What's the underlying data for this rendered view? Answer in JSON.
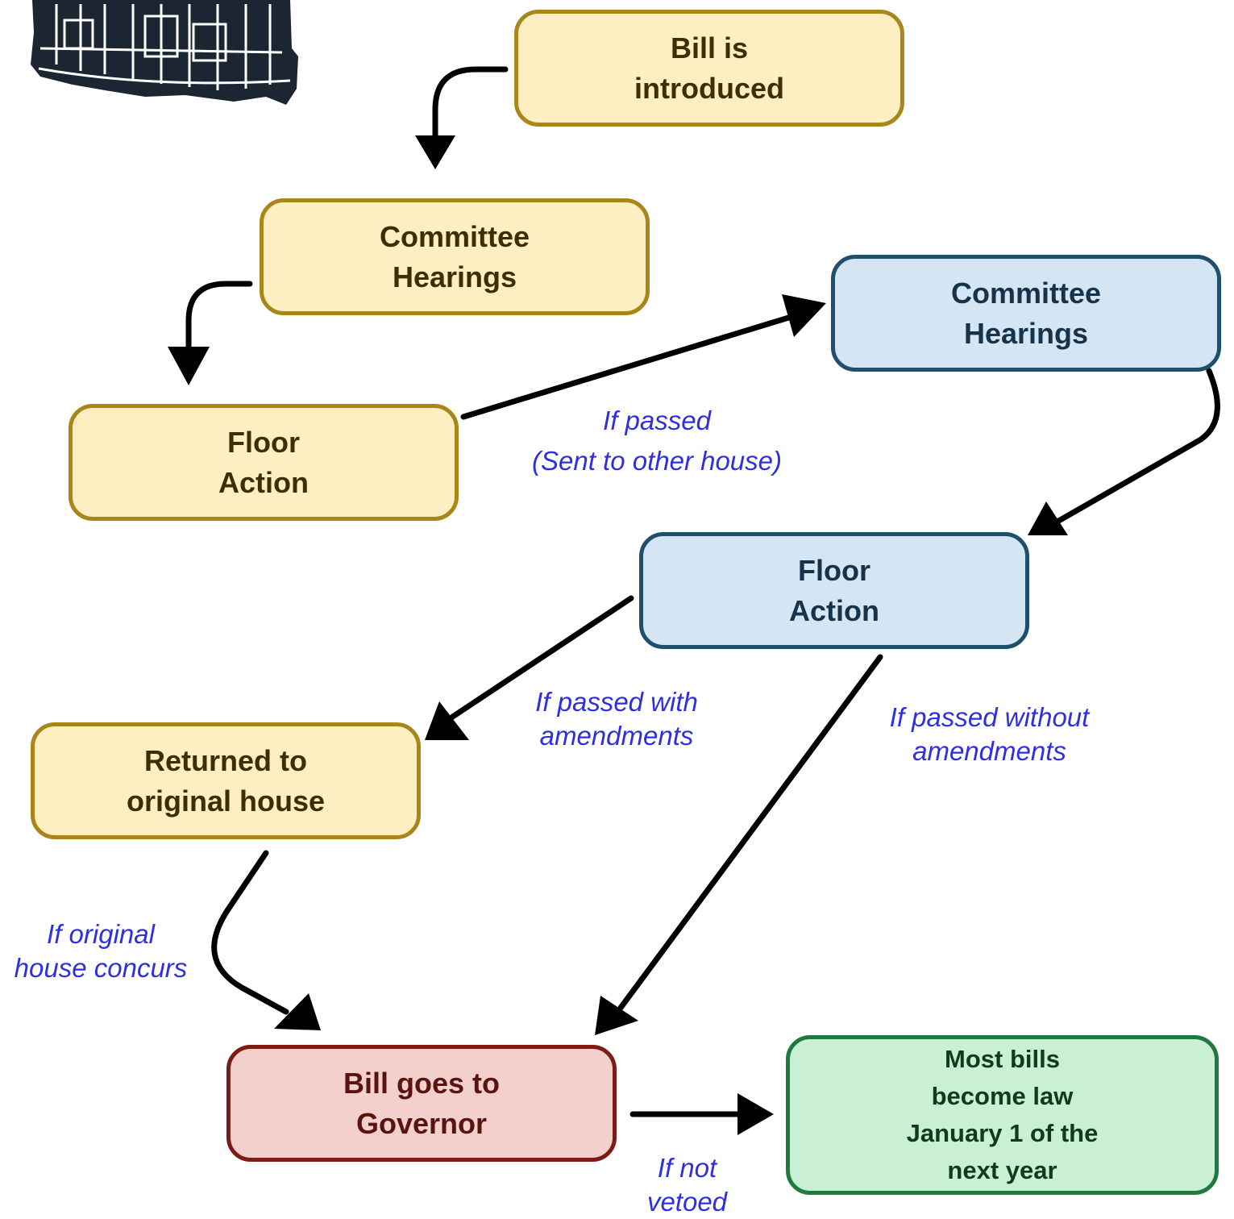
{
  "nodes": {
    "bill_introduced": [
      "Bill is",
      "introduced"
    ],
    "committee_1": [
      "Committee",
      "Hearings"
    ],
    "floor_1": [
      "Floor",
      "Action"
    ],
    "committee_2": [
      "Committee",
      "Hearings"
    ],
    "floor_2": [
      "Floor",
      "Action"
    ],
    "returned": [
      "Returned to",
      "original house"
    ],
    "governor": [
      "Bill goes to",
      "Governor"
    ],
    "law": [
      "Most bills",
      "become law",
      "January 1 of the",
      "next year"
    ]
  },
  "labels": {
    "sent_other_house": [
      "If passed",
      "(Sent to other house)"
    ],
    "with_amendments": [
      "If passed with",
      "amendments"
    ],
    "without_amendments": [
      "If passed without",
      "amendments"
    ],
    "concurs": [
      "If original",
      "house concurs"
    ],
    "not_vetoed": [
      "If not",
      "vetoed"
    ]
  },
  "colors": {
    "house_1_fill": "#fdefc1",
    "house_1_border": "#a8861a",
    "house_2_fill": "#d4e5f4",
    "house_2_border": "#1f4f6c",
    "governor_fill": "#f4d0cc",
    "governor_border": "#7b1c15",
    "law_fill": "#c9efd5",
    "law_border": "#1f7a3f",
    "condition_text": "#2f2fe0",
    "arrow": "#000000"
  },
  "icons": {
    "logo": "capitol-building-icon"
  }
}
